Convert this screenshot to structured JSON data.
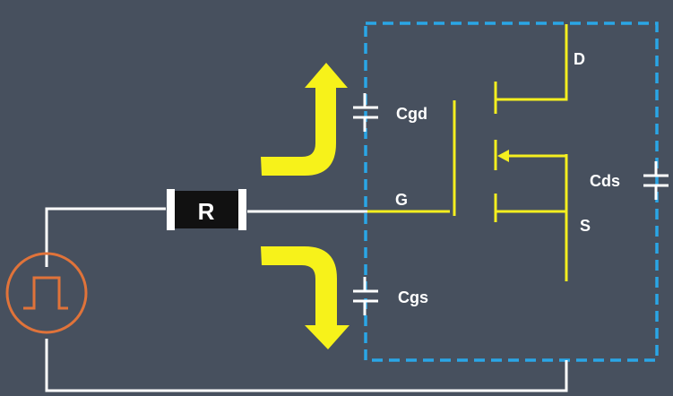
{
  "diagram": {
    "labels": {
      "resistor": "R",
      "drain": "D",
      "gate": "G",
      "source": "S",
      "cgd": "Cgd",
      "cgs": "Cgs",
      "cds": "Cds"
    },
    "colors": {
      "background": "#47505e",
      "wire": "#ffffff",
      "mosfet": "#f5ef1f",
      "arrow": "#f7f21a",
      "source_symbol": "#e0733a",
      "package_outline": "#2aa6e6",
      "resistor_body": "#111111"
    },
    "icons": [
      "pulse-source-icon",
      "resistor-icon",
      "mosfet-icon",
      "capacitor-icon",
      "arrow-up-icon",
      "arrow-down-icon"
    ]
  }
}
